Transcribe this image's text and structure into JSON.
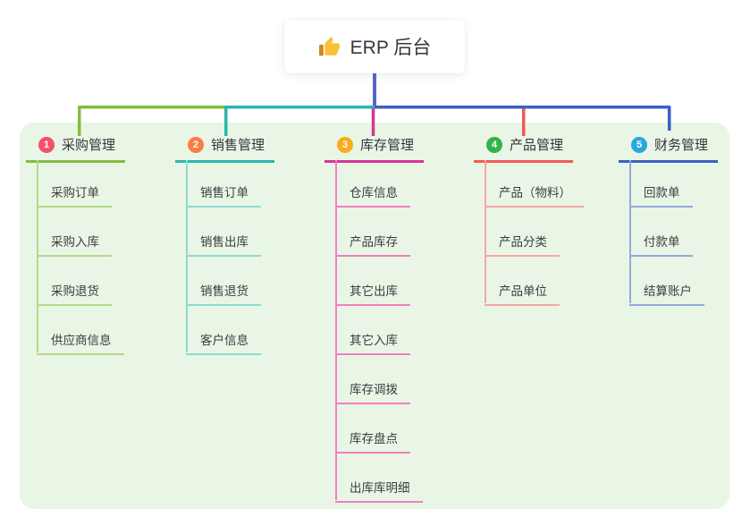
{
  "root": {
    "label": "ERP 后台",
    "icon": "thumbs-up-icon",
    "icon_colors": {
      "hand": "#fac136",
      "cuff": "#c98628"
    }
  },
  "branches": [
    {
      "badge": "1",
      "label": "采购管理",
      "badge_color": "#f4516c",
      "line_color": "#82bd3f",
      "child_line_color": "#b2d98c",
      "children": [
        "采购订单",
        "采购入库",
        "采购退货",
        "供应商信息"
      ]
    },
    {
      "badge": "2",
      "label": "销售管理",
      "badge_color": "#fa7d45",
      "line_color": "#28b7af",
      "child_line_color": "#8ed9d4",
      "children": [
        "销售订单",
        "销售出库",
        "销售退货",
        "客户信息"
      ]
    },
    {
      "badge": "3",
      "label": "库存管理",
      "badge_color": "#fbab1d",
      "line_color": "#d63597",
      "child_line_color": "#f17fc1",
      "children": [
        "仓库信息",
        "产品库存",
        "其它出库",
        "其它入库",
        "库存调拨",
        "库存盘点",
        "出库库明细"
      ]
    },
    {
      "badge": "4",
      "label": "产品管理",
      "badge_color": "#35b34a",
      "line_color": "#f25a52",
      "child_line_color": "#f7a6a2",
      "children": [
        "产品（物料）",
        "产品分类",
        "产品单位"
      ]
    },
    {
      "badge": "5",
      "label": "财务管理",
      "badge_color": "#2aa7e2",
      "line_color": "#3b60c4",
      "child_line_color": "#93a9de",
      "children": [
        "回款单",
        "付款单",
        "结算账户"
      ]
    }
  ],
  "colors": {
    "panel_background": "#eaf6e5",
    "page_background": "#ffffff",
    "root_connector": "#5b67c4",
    "text_dark": "#343741"
  }
}
